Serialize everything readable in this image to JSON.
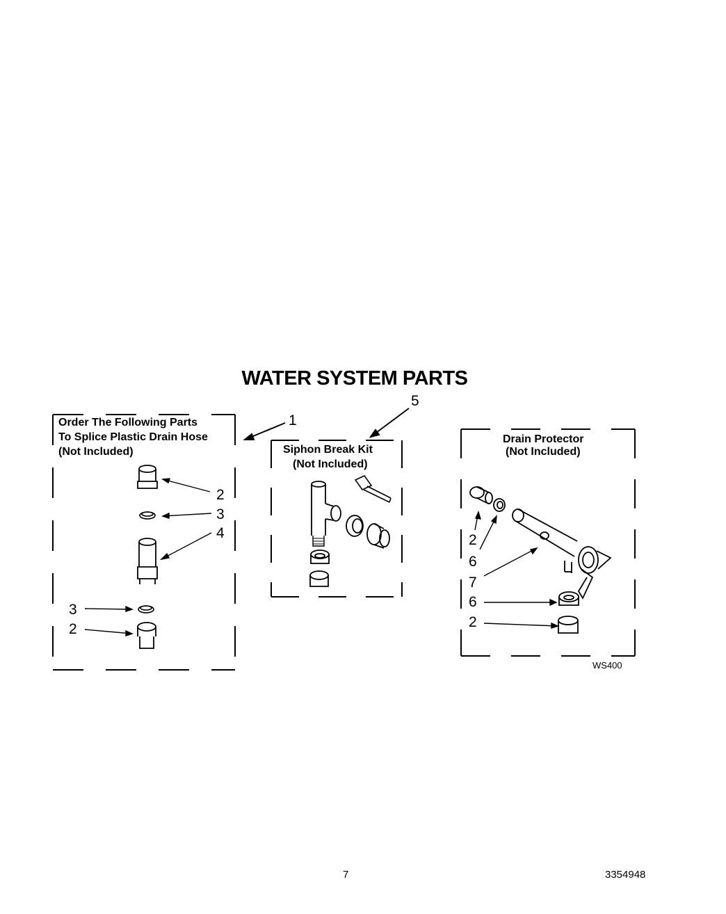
{
  "title": "WATER SYSTEM PARTS",
  "groups": {
    "splice": {
      "line1": "Order The Following Parts",
      "line2": "To Splice Plastic Drain Hose",
      "line3": "(Not Included)"
    },
    "siphon": {
      "line1": "Siphon Break Kit",
      "line2": "(Not Included)"
    },
    "drain": {
      "line1": "Drain Protector",
      "line2": "(Not Included)"
    }
  },
  "callouts": {
    "c1": "1",
    "c5": "5",
    "left_2a": "2",
    "left_3a": "3",
    "left_4": "4",
    "left_3b": "3",
    "left_2b": "2",
    "right_2a": "2",
    "right_6a": "6",
    "right_7": "7",
    "right_6b": "6",
    "right_2b": "2"
  },
  "diagram_code": "WS400",
  "page_number": "7",
  "document_number": "3354948"
}
